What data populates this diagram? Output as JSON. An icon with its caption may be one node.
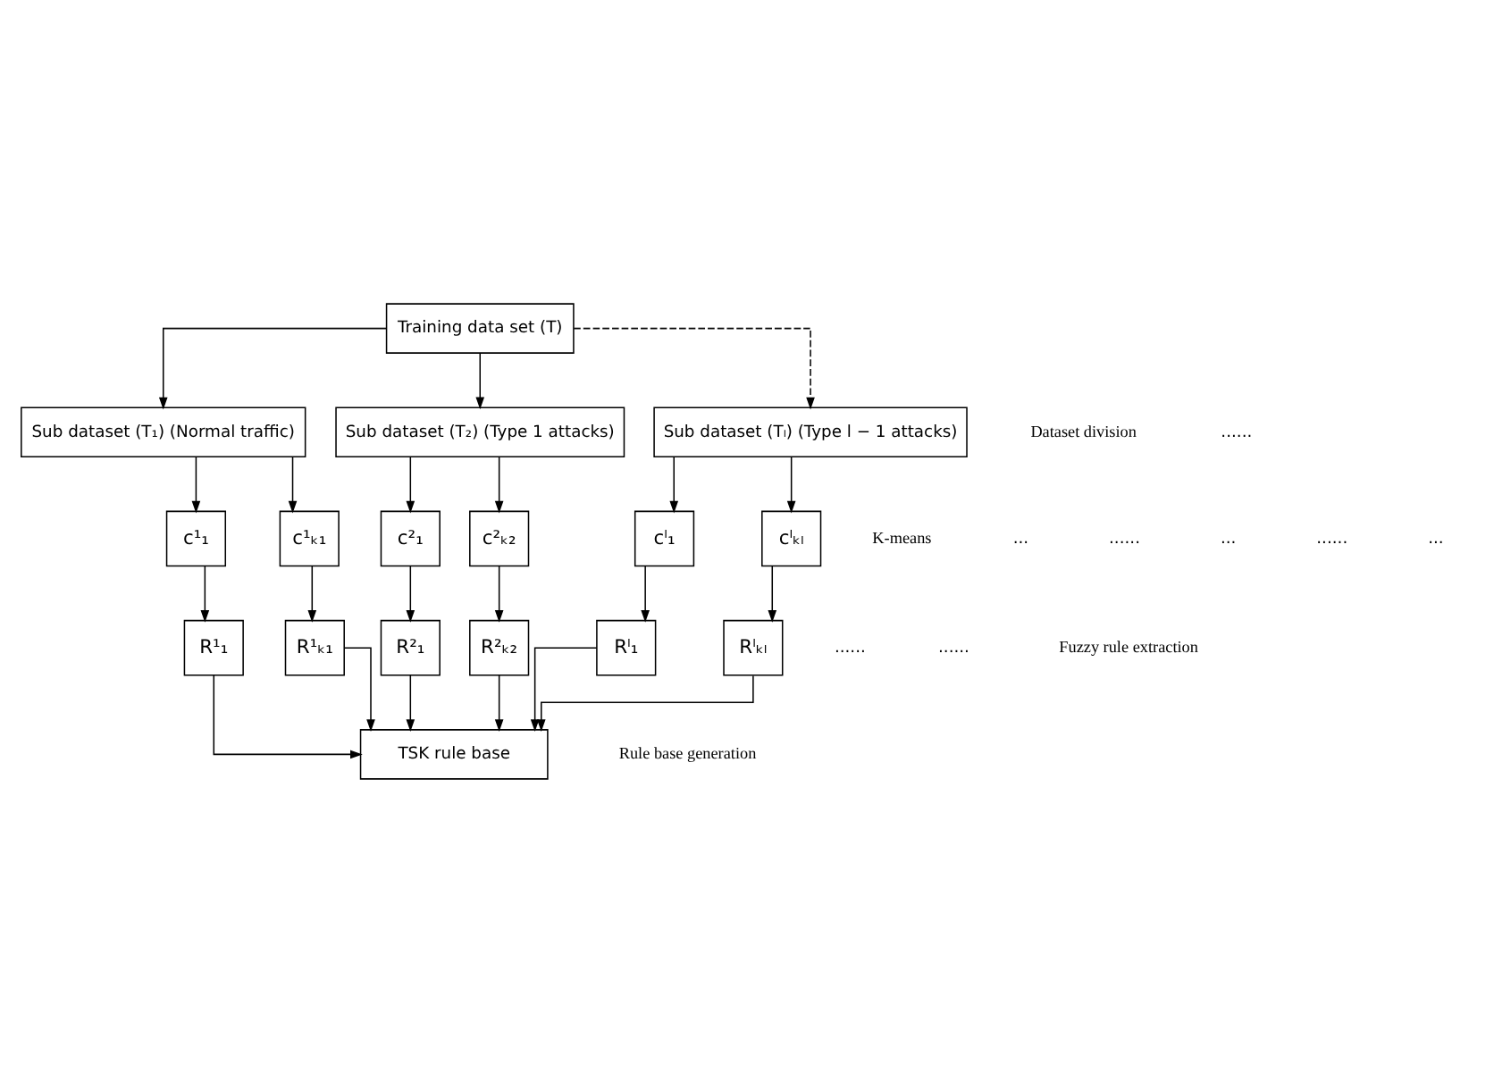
{
  "diagram": {
    "nodes": [
      {
        "text": [
          "Training data set (T)"
        ]
      },
      {
        "text": [
          "Sub dataset (T₁) (Normal traffic)"
        ]
      },
      {
        "text": [
          "Sub dataset (T₂) (Type 1 attacks)"
        ]
      },
      {
        "text": [
          "Sub dataset (Tₗ) (Type l − 1 attacks)"
        ]
      },
      {
        "text": [
          "c¹₁"
        ]
      },
      {
        "text": [
          "c¹ₖ₁"
        ]
      },
      {
        "text": [
          "c²₁"
        ]
      },
      {
        "text": [
          "c²ₖ₂"
        ]
      },
      {
        "text": [
          "cˡ₁"
        ]
      },
      {
        "text": [
          "cˡₖₗ"
        ]
      },
      {
        "text": [
          "R¹₁"
        ]
      },
      {
        "text": [
          "R¹ₖ₁"
        ]
      },
      {
        "text": [
          "R²₁"
        ]
      },
      {
        "text": [
          "R²ₖ₂"
        ]
      },
      {
        "text": [
          "Rˡ₁"
        ]
      },
      {
        "text": [
          "Rˡₖₗ"
        ]
      },
      {
        "text": [
          "TSK rule base"
        ]
      }
    ],
    "edges": [
      {
        "from": 0,
        "to": 1,
        "arrow": "to"
      },
      {
        "from": 0,
        "to": 2,
        "arrow": "to"
      },
      {
        "from": 0,
        "to": 3,
        "arrow": "to",
        "style": "dashed"
      },
      {
        "from": 1,
        "to": 4,
        "arrow": "to"
      },
      {
        "from": 1,
        "to": 5,
        "arrow": "to"
      },
      {
        "from": 2,
        "to": 6,
        "arrow": "to"
      },
      {
        "from": 2,
        "to": 7,
        "arrow": "to"
      },
      {
        "from": 3,
        "to": 8,
        "arrow": "to"
      },
      {
        "from": 3,
        "to": 9,
        "arrow": "to"
      },
      {
        "from": 4,
        "to": 10,
        "arrow": "to"
      },
      {
        "from": 5,
        "to": 11,
        "arrow": "to"
      },
      {
        "from": 6,
        "to": 12,
        "arrow": "to"
      },
      {
        "from": 7,
        "to": 13,
        "arrow": "to"
      },
      {
        "from": 8,
        "to": 14,
        "arrow": "to"
      },
      {
        "from": 9,
        "to": 15,
        "arrow": "to"
      },
      {
        "from": 10,
        "to": 16,
        "arrow": "to"
      },
      {
        "from": 11,
        "to": 16,
        "arrow": "to"
      },
      {
        "from": 12,
        "to": 16,
        "arrow": "to"
      },
      {
        "from": 13,
        "to": 16,
        "arrow": "to"
      },
      {
        "from": 14,
        "to": 16,
        "arrow": "to"
      },
      {
        "from": 15,
        "to": 16,
        "arrow": "to"
      }
    ],
    "labels": [
      "Dataset division",
      "......",
      "K-means",
      "...",
      "......",
      "...",
      "......",
      "...",
      "......",
      "......",
      "Fuzzy rule extraction",
      "Rule base generation"
    ]
  }
}
